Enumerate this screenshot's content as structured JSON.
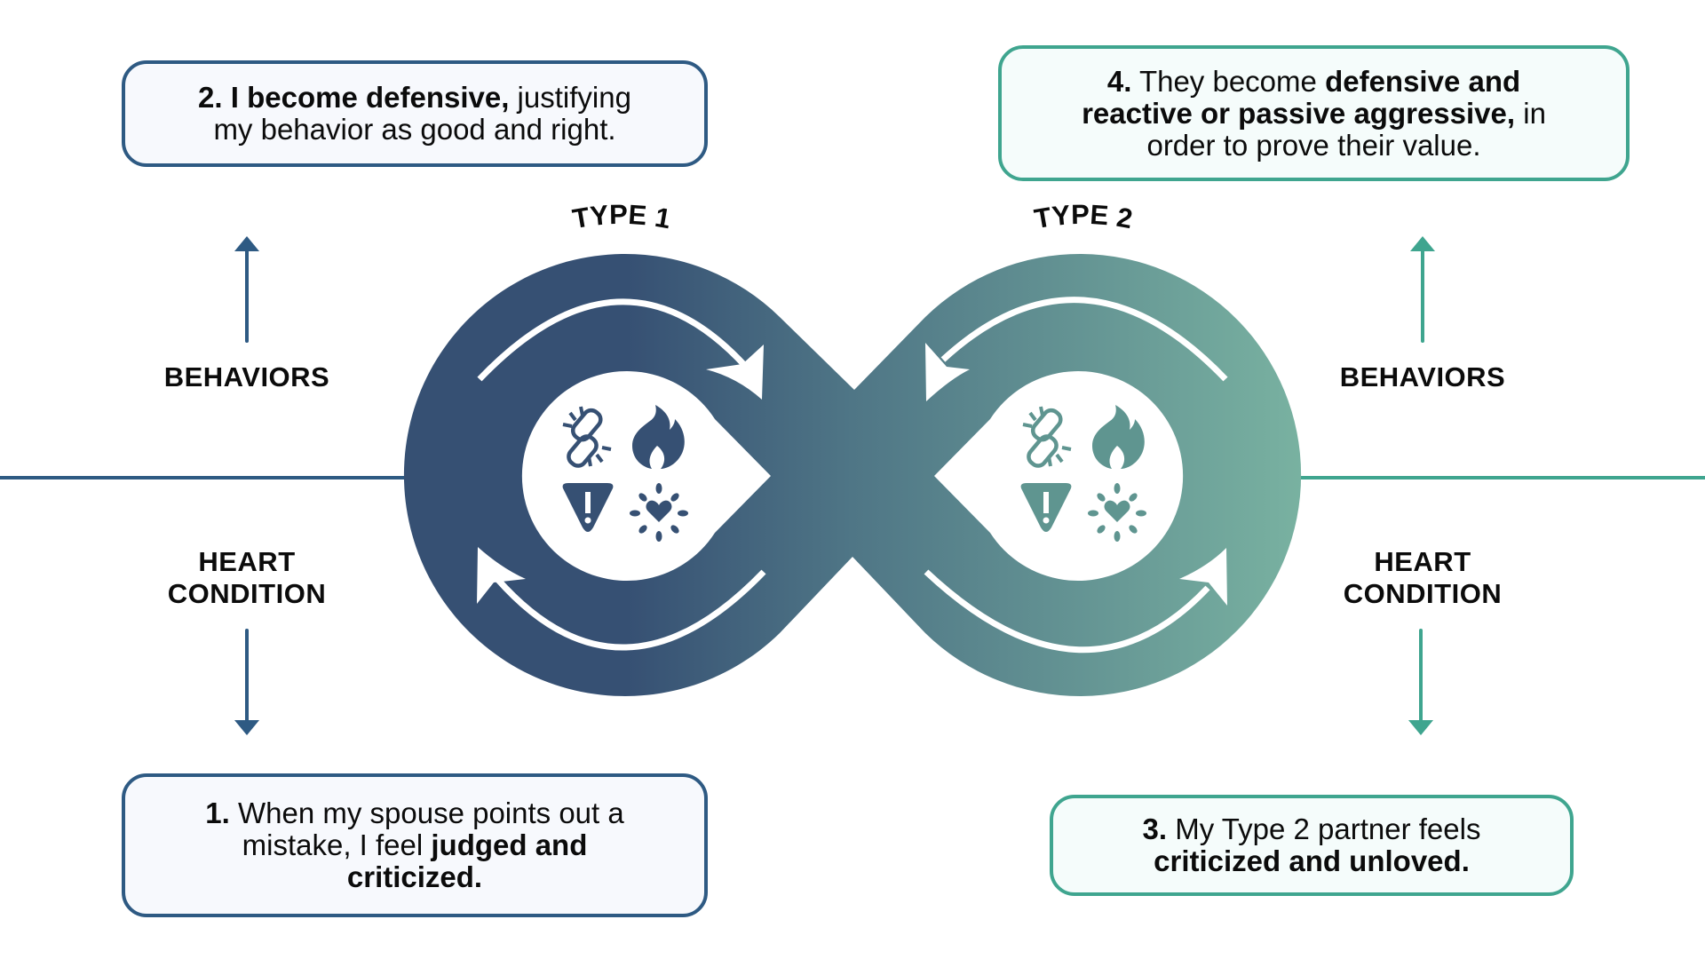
{
  "colors": {
    "type1": "#2e5a83",
    "type2": "#3fa58f",
    "gradient_start": "#365073",
    "gradient_end": "#79b2a1"
  },
  "types": {
    "type1": "TYPE 1",
    "type2": "TYPE 2"
  },
  "axis_labels": {
    "left_behaviors": "BEHAVIORS",
    "left_heart_1": "HEART",
    "left_heart_2": "CONDITION",
    "right_behaviors": "BEHAVIORS",
    "right_heart_1": "HEART",
    "right_heart_2": "CONDITION"
  },
  "steps": [
    {
      "number": "1.",
      "pre": " When my spouse points out a mistake, I feel ",
      "bold": "judged and criticized.",
      "post": ""
    },
    {
      "number": "2.",
      "pre": "",
      "bold": " I become defensive,",
      "post": " justifying my behavior as good and right."
    },
    {
      "number": "3.",
      "pre": " My Type 2 partner feels ",
      "bold": "criticized and unloved.",
      "post": ""
    },
    {
      "number": "4.",
      "pre": " They become ",
      "bold": "defensive and reactive or passive aggressive,",
      "post": " in order to prove their value."
    }
  ],
  "icons": [
    "broken-link-icon",
    "fire-icon",
    "warning-icon",
    "burst-heart-icon"
  ]
}
